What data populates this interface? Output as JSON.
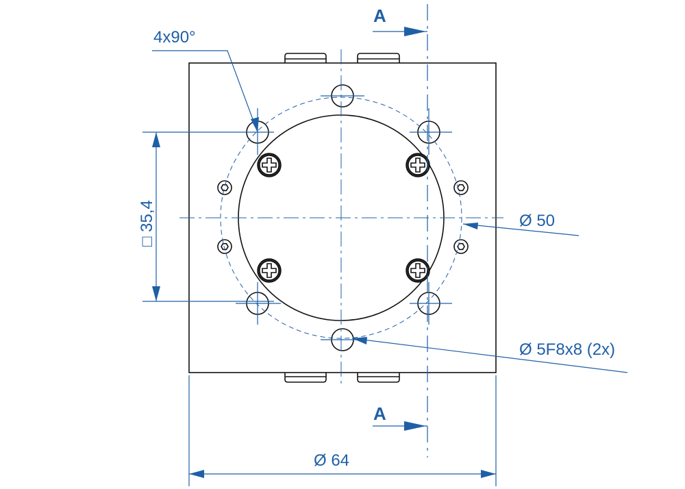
{
  "drawing": {
    "section_marks": {
      "top": "A",
      "bottom": "A"
    },
    "dimensions": {
      "angle_note": "4x90°",
      "square_side": "□ 35,4",
      "bolt_circle": "Ø 50",
      "dowel_holes": "Ø 5F8x8 (2x)",
      "outer_diameter": "Ø 64"
    },
    "colors": {
      "dimension": "#1f5fa6",
      "part": "#111111"
    }
  }
}
